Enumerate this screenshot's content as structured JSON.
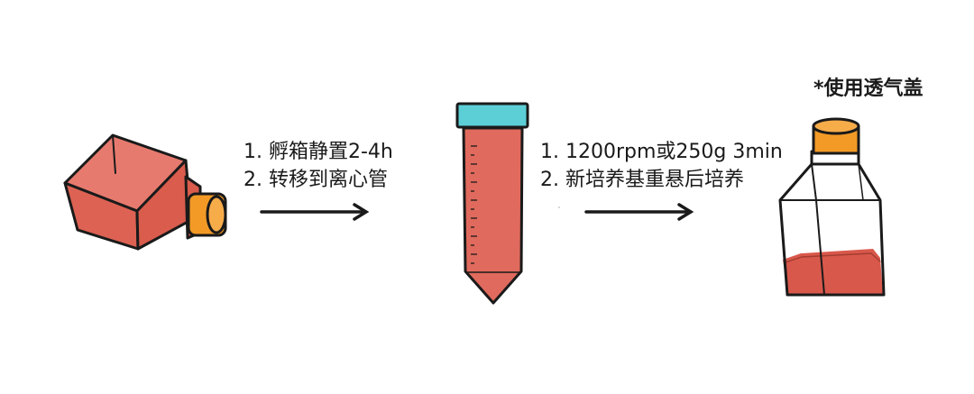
{
  "steps": [
    {
      "lines": [
        "1. 孵箱静置2-4h",
        "2. 转移到离心管"
      ]
    },
    {
      "lines": [
        "1. 1200rpm或250g 3min",
        "2. 新培养基重悬后培养"
      ]
    }
  ],
  "note": "*使用透气盖",
  "colors": {
    "cell_medium": "#e06a5d",
    "flask_cap": "#f39a26",
    "tube_cap": "#5ccfd6",
    "outline": "#1a1a1a"
  },
  "icons": [
    "tilted-culture-flask-icon",
    "centrifuge-tube-icon",
    "upright-culture-flask-icon",
    "arrow-right-icon"
  ]
}
